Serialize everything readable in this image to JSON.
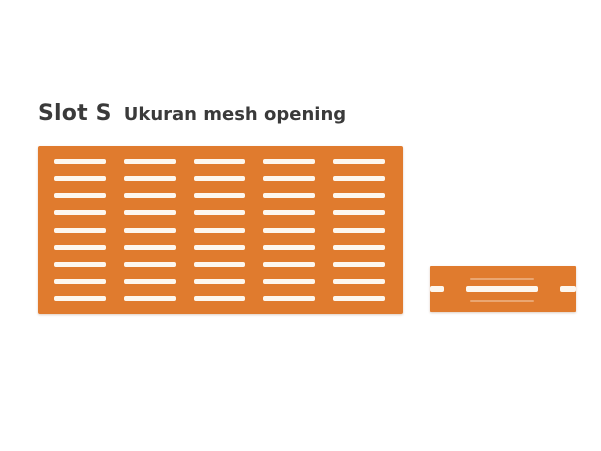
{
  "header": {
    "title": "Slot S",
    "subtitle": "Ukuran mesh opening"
  },
  "colors": {
    "mesh": "#e07b2e",
    "slot": "#fdf7ef",
    "text": "#3a3a3a"
  },
  "mesh_large": {
    "columns": 5,
    "rows": 9
  },
  "mesh_small": {
    "slots": 3
  }
}
